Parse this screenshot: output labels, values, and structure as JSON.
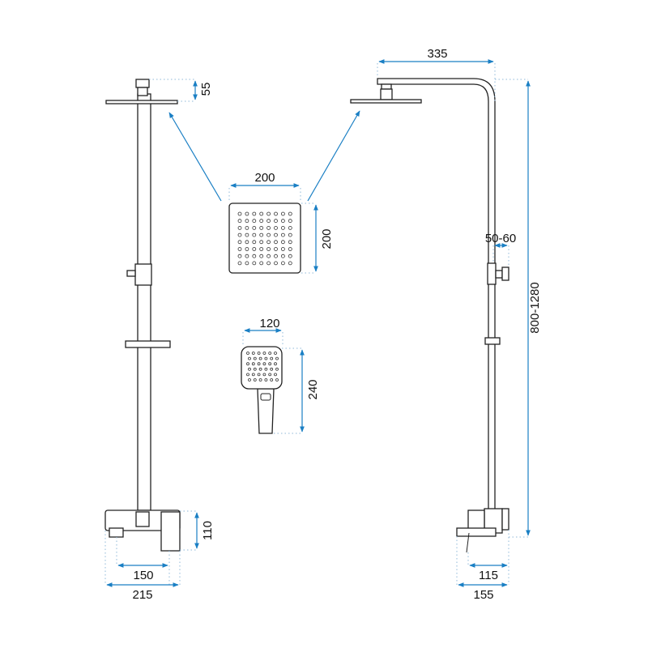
{
  "dimensions": {
    "left_head_height": "55",
    "rain_head_width": "200",
    "rain_head_depth": "200",
    "hand_shower_width": "120",
    "hand_shower_length": "240",
    "arm_reach": "335",
    "height_range": "800-1280",
    "holder_offset": "50-60",
    "mixer_height": "110",
    "mixer_spacing": "150",
    "mixer_width": "215",
    "mixer_side_inner": "115",
    "mixer_side_depth": "155"
  },
  "colors": {
    "dimension": "#1a7fc4",
    "outline": "#222222"
  }
}
